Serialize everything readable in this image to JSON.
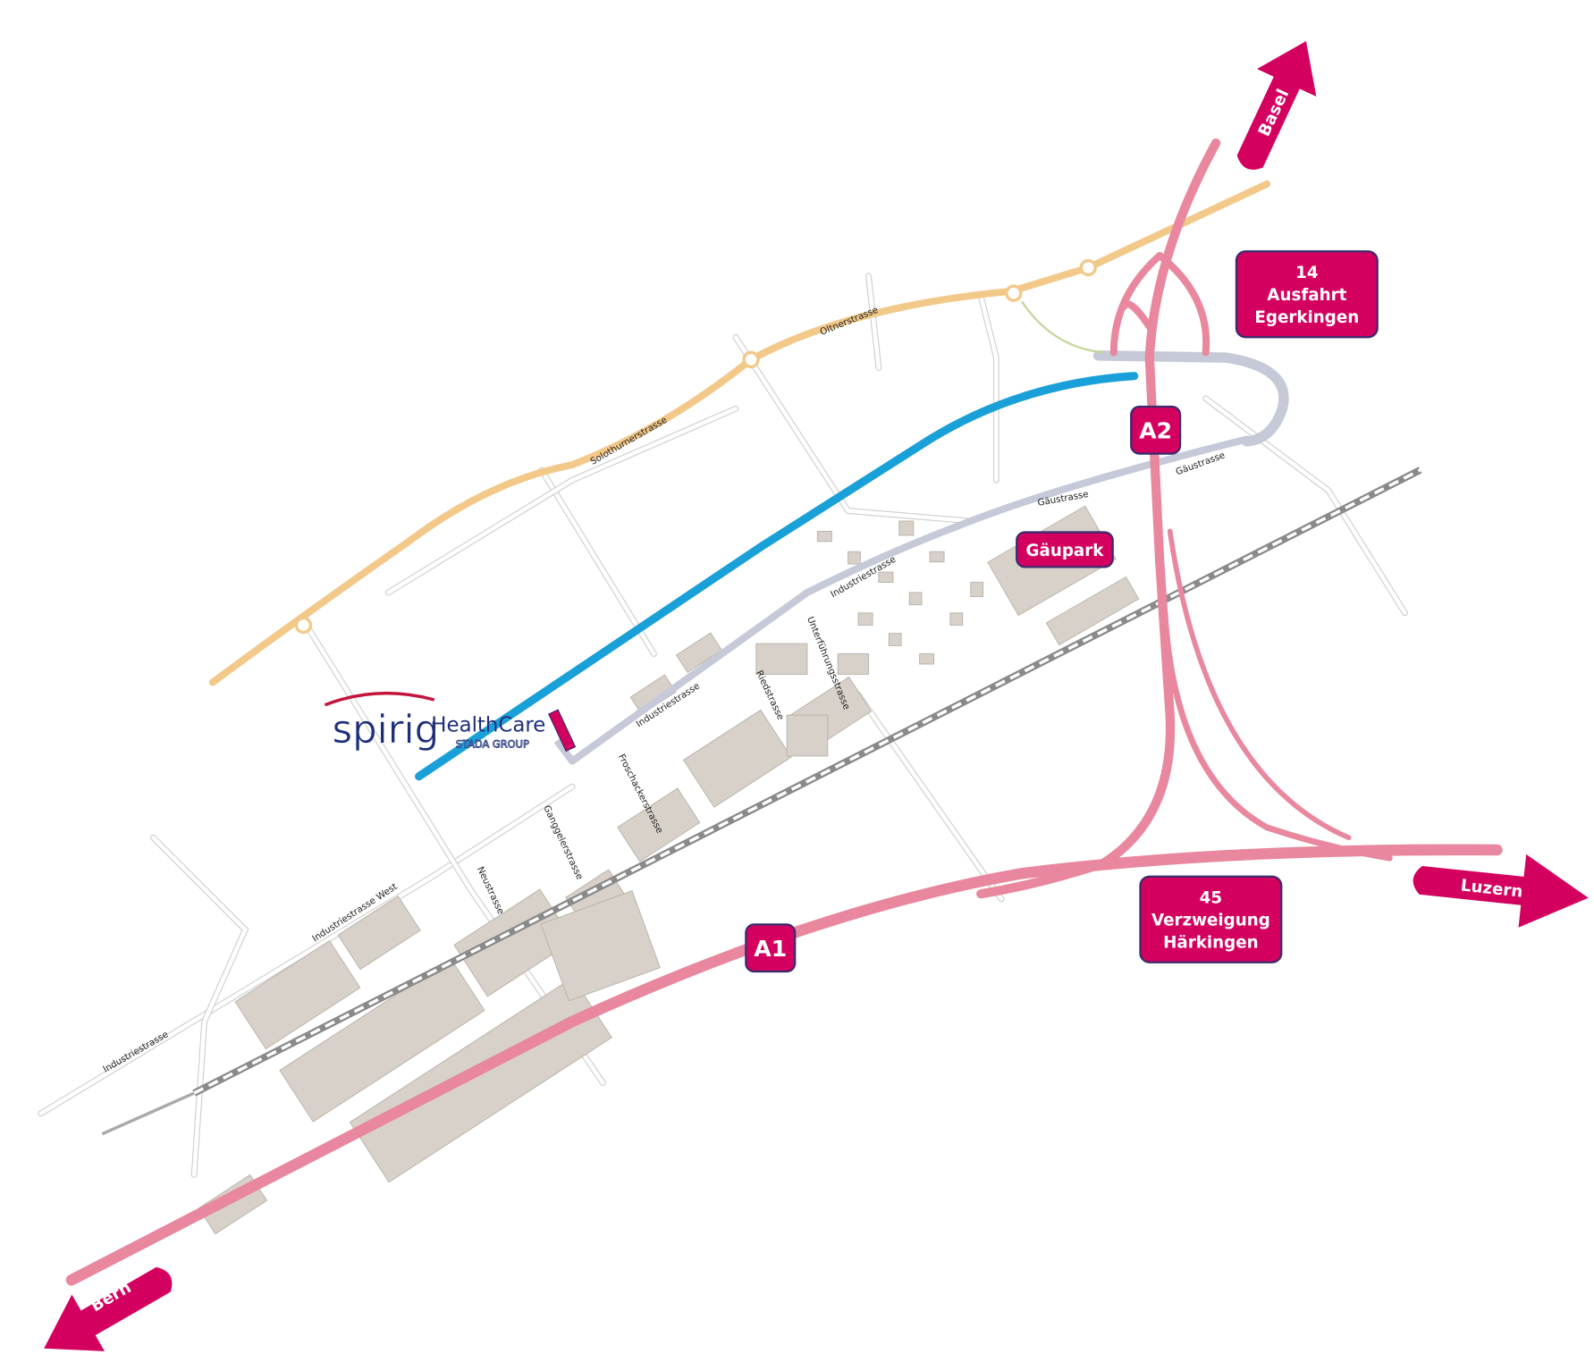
{
  "title": "Spirig HealthCare location map",
  "logo": {
    "brand": "spirig",
    "product": "HealthCare",
    "group": "STADA GROUP"
  },
  "colors": {
    "highway": "#e8879d",
    "label_bg": "#d4005f",
    "label_border": "#3b2b6e",
    "rail_line": "#1aa0d8",
    "main_road": "#f3c98a",
    "secondary_road": "#c5c9d8",
    "building": "#d8d1ca"
  },
  "highways": {
    "a1": "A1",
    "a2": "A2"
  },
  "boxes": {
    "exit": {
      "number": "14",
      "line1": "Ausfahrt",
      "line2": "Egerkingen"
    },
    "junction": {
      "number": "45",
      "line1": "Verzweigung",
      "line2": "Härkingen"
    },
    "mall": "Gäupark"
  },
  "directions": {
    "basel": "Basel",
    "luzern": "Luzern",
    "bern": "Bern"
  },
  "streets": {
    "solothurnerstrasse": "Solothurnerstrasse",
    "oltnerstrasse": "Oltnerstrasse",
    "gaeustrasse_1": "Gäustrasse",
    "gaeustrasse_2": "Gäustrasse",
    "industriestrasse_1": "Industriestrasse",
    "industriestrasse_2": "Industriestrasse",
    "industriestrasse_3": "Industriestrasse",
    "industriestrasse_west": "Industriestrasse West",
    "unterfuehrungsstrasse": "Unterführungsstrasse",
    "riedstrasse": "Riedstrasse",
    "froschackerstrasse": "Froschackerstrasse",
    "ganggelerstrasse": "Ganggelerstrasse",
    "neustrasse": "Neustrasse"
  }
}
